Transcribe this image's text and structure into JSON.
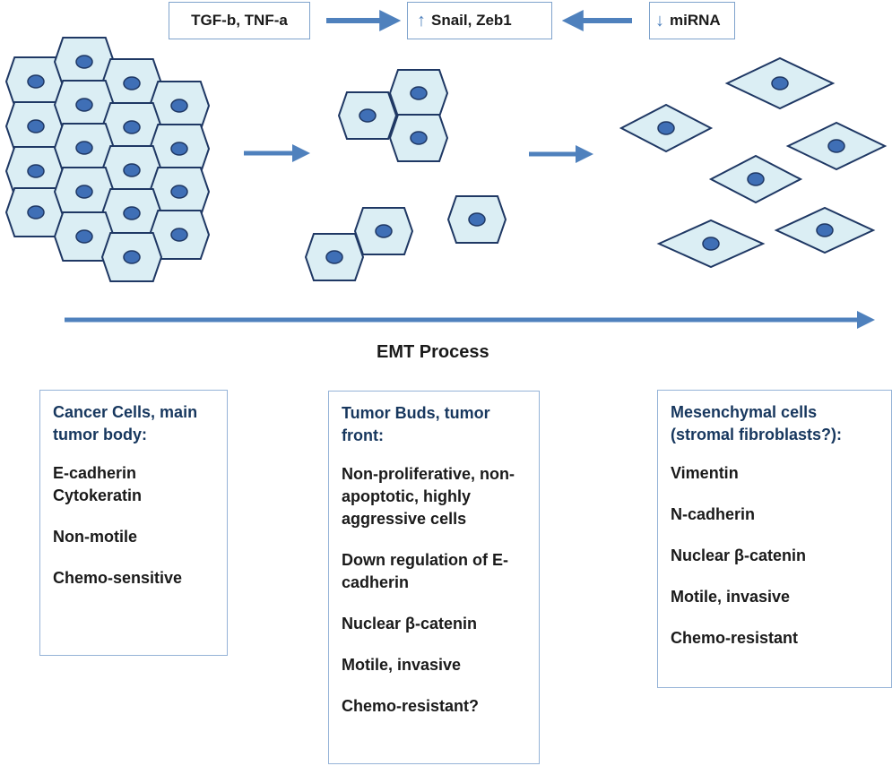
{
  "regulators": {
    "left": {
      "text": "TGF-b, TNF-a"
    },
    "center": {
      "arrow": "↑",
      "text": "Snail, Zeb1"
    },
    "right": {
      "arrow": "↓",
      "text": "miRNA"
    }
  },
  "process_label": "EMT Process",
  "panels": [
    {
      "title": "Cancer Cells, main tumor body:",
      "items": [
        "E-cadherin",
        "Cytokeratin",
        "Non-motile",
        "Chemo-sensitive"
      ]
    },
    {
      "title": "Tumor Buds, tumor front:",
      "items": [
        "Non-proliferative, non-apoptotic, highly aggressive cells",
        "Down regulation of E-cadherin",
        "Nuclear β-catenin",
        "Motile, invasive",
        "Chemo-resistant?"
      ]
    },
    {
      "title": "Mesenchymal cells (stromal fibroblasts?):",
      "items": [
        "Vimentin",
        "N-cadherin",
        "Nuclear β-catenin",
        "Motile, invasive",
        "Chemo-resistant"
      ]
    }
  ],
  "colors": {
    "cell_fill": "#dbeef4",
    "cell_stroke": "#1f3864",
    "nucleus": "#3f6fb6",
    "arrow": "#4f81bd",
    "panel_title": "#17375e",
    "panel_border": "#95b3d7"
  }
}
